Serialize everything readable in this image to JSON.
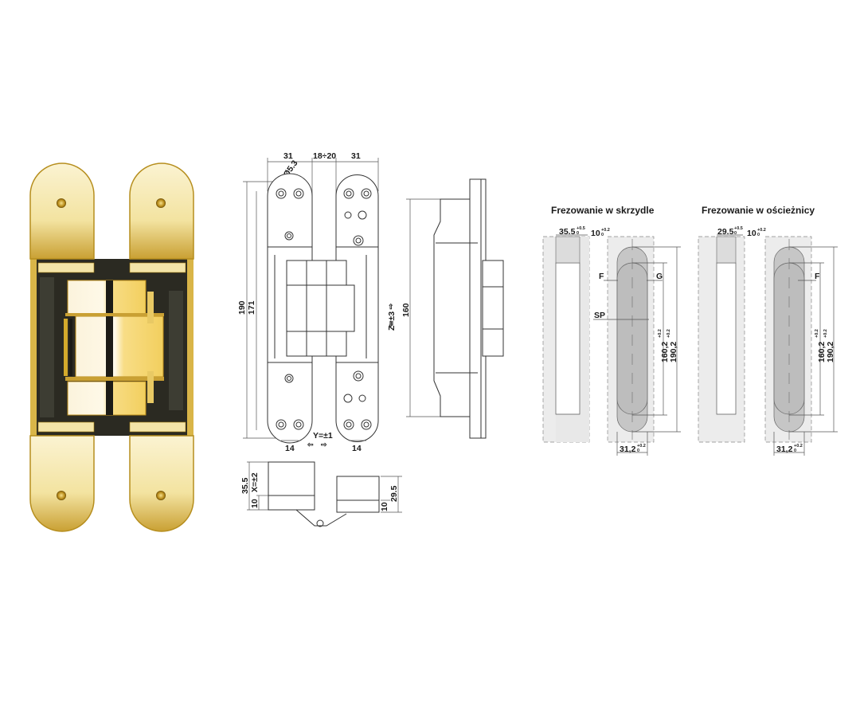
{
  "photo": {
    "subject": "concealed 3D adjustable door hinge",
    "finish_color": "#e9cf6a",
    "highlight_color": "#fbf3d2",
    "dark_color": "#2b2a22"
  },
  "front_view": {
    "dim_top_left": "31",
    "dim_top_gap": "18÷20",
    "dim_top_right": "31",
    "dim_hole": "Ø5.3",
    "dim_total_height": "190",
    "dim_inner_height": "171",
    "dim_z": "Z=±3",
    "dim_y": "Y=±1",
    "dim_bottom_left": "14",
    "dim_bottom_right": "14"
  },
  "side_view": {
    "dim_height": "160"
  },
  "top_view": {
    "dim_left_total": "35.5",
    "dim_x": "X=±2",
    "dim_left_small": "10",
    "dim_right_total": "29.5",
    "dim_right_small": "10"
  },
  "milling_door": {
    "title": "Frezowanie w skrzydle",
    "dim_depth": "35.5",
    "dim_depth_tol_top": "+0.5",
    "dim_depth_tol_bottom": "0",
    "dim_offset": "10",
    "dim_offset_tol_top": "+0.2",
    "dim_offset_tol_bottom": "0",
    "label_f": "F",
    "label_g": "G",
    "label_sp": "SP",
    "dim_inner": "160,2",
    "dim_outer": "190,2",
    "dim_tol_top": "+0.2",
    "dim_tol_bottom": "0",
    "dim_width": "31,2",
    "dim_width_tol_top": "+0.2",
    "dim_width_tol_bottom": "0"
  },
  "milling_frame": {
    "title": "Frezowanie w ościeżnicy",
    "dim_depth": "29.5",
    "dim_depth_tol_top": "+0.5",
    "dim_depth_tol_bottom": "0",
    "dim_offset": "10",
    "dim_offset_tol_top": "+0.2",
    "dim_offset_tol_bottom": "0",
    "label_f": "F",
    "dim_inner": "160,2",
    "dim_outer": "190,2",
    "dim_tol_top": "+0.2",
    "dim_tol_bottom": "0",
    "dim_width": "31,2",
    "dim_width_tol_top": "+0.2",
    "dim_width_tol_bottom": "0"
  }
}
